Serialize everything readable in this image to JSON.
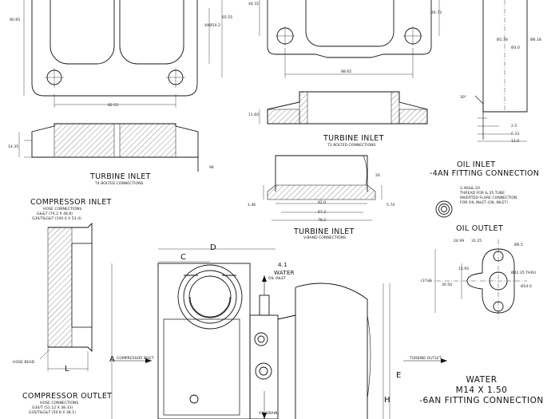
{
  "views": {
    "turbine_inlet_t4": {
      "title": "TURBINE INLET",
      "subtitle": "T4 BOLTED CONNECTIONS"
    },
    "turbine_inlet_t3": {
      "title": "TURBINE INLET",
      "subtitle": "T3 BOLTED CONNECTIONS"
    },
    "turbine_inlet_vband": {
      "title": "TURBINE INLET",
      "subtitle": "V-BAND CONNECTIONS"
    },
    "compressor_inlet": {
      "title": "COMPRESSOR INLET",
      "notes": [
        "HOSE CONNECTIONS",
        "G&&T (76.2 X 48.8)",
        "G30/T&G&T (100.0 X 53.4)"
      ],
      "callout": "HOSE BEAD"
    },
    "compressor_outlet": {
      "title": "COMPRESSOR OUTLET",
      "notes": [
        "HOSE CONNECTIONS",
        "G30/T (51.12 X 38.33)",
        "G30/T&G&T (50.8 X 38.1)"
      ]
    },
    "oil_inlet": {
      "title_line1": "OIL INLET",
      "title_line2": "-4AN FITTING CONNECTION",
      "note_lines": [
        "2.46&&-20",
        "THREAD FOR &.35 TUBE",
        "INVERTED FLARE CONNECTION",
        "FOR OIL INLET (OIL INLET)"
      ]
    },
    "oil_outlet": {
      "title": "OIL OUTLET"
    },
    "water": {
      "line1": "WATER",
      "line2": "M14 X 1.50",
      "line3": "-6AN FITTING CONNECTION"
    }
  },
  "dimensions": {
    "t4_flange": {
      "height": "80.85",
      "inner_height": "65.55",
      "hole": "4XØ10.2",
      "width": "82.55",
      "thickness": "14.35"
    },
    "t3_flange": {
      "top": "44.32",
      "right": "44.72",
      "width": "88.65",
      "thickness": "11.60"
    },
    "vband": {
      "top": "20",
      "left": "1.46",
      "d1": "82.0",
      "d2": "67.2",
      "d3": "78.2",
      "right": "5.74"
    },
    "oil_port": {
      "d1": "Ø1.18",
      "d2": "Ø6.18",
      "d3": "Ø3.0",
      "angle": "30°",
      "a": "2.5",
      "b": "6.33",
      "c": "11.0"
    },
    "oil_outlet_flange": {
      "a": "24.99",
      "b": "31.25",
      "c": "Ø6.5",
      "d": "15.95",
      "e": "(37.0)",
      "f": "30.50",
      "g": "Ø22.35 THRU",
      "h": "Ø24.0"
    },
    "compressor_inlet_flange": {
      "length": "L"
    },
    "side_angle": "96"
  },
  "main_view": {
    "letters": {
      "C": "C",
      "D": "D",
      "A": "A",
      "E": "E",
      "H": "H"
    },
    "water_label": "WATER",
    "water_dim": "4.1",
    "compressor_inlet_note": "COMPRESSOR INLET",
    "turbine_outlet_note": "TURBINE OUTLET",
    "oil_inlet_note": "OIL INLET",
    "oil_drain_note": "OIL DRAIN"
  }
}
